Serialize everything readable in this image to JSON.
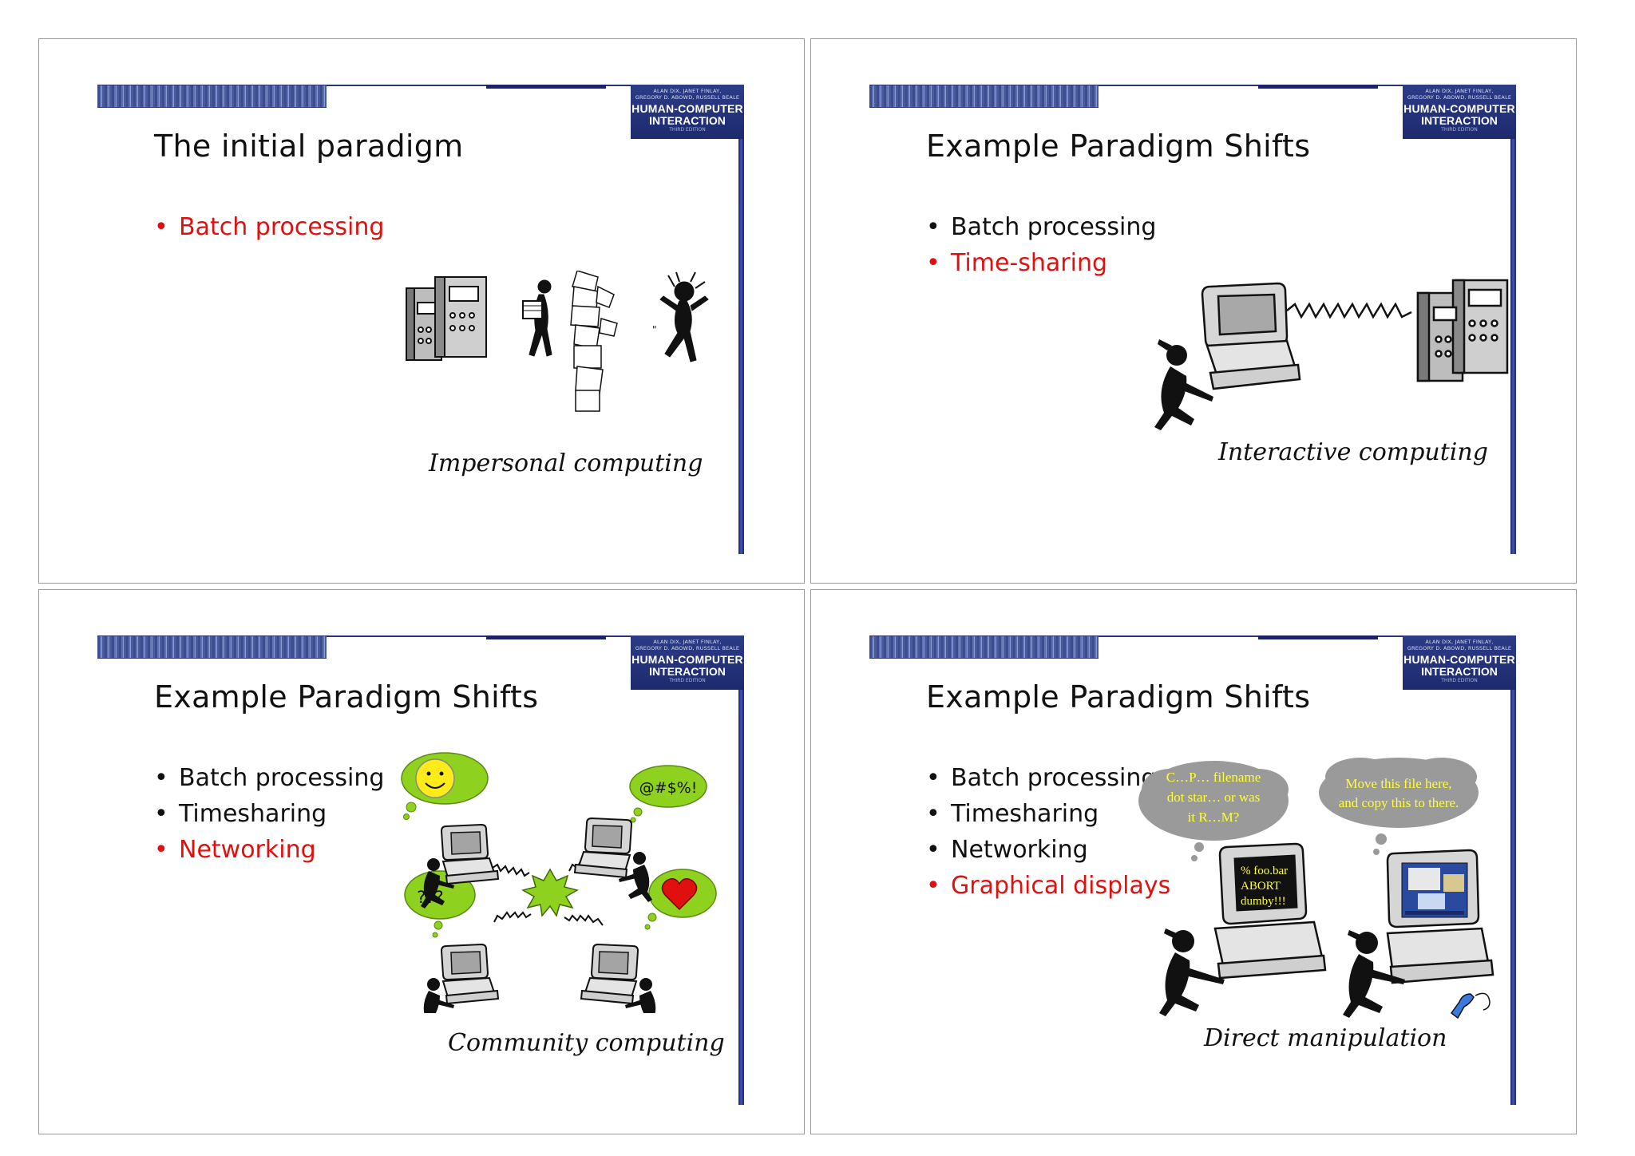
{
  "logo": {
    "authors_line1": "ALAN DIX, JANET FINLAY,",
    "authors_line2": "GREGORY D. ABOWD, RUSSELL BEALE",
    "title_line1": "HUMAN-COMPUTER",
    "title_line2": "INTERACTION",
    "edition": "THIRD EDITION"
  },
  "slides": [
    {
      "title": "The initial paradigm",
      "bullets": [
        {
          "text": "Batch processing",
          "highlight": true
        }
      ],
      "caption": "Impersonal computing"
    },
    {
      "title": "Example Paradigm Shifts",
      "bullets": [
        {
          "text": "Batch processing",
          "highlight": false
        },
        {
          "text": "Time-sharing",
          "highlight": true
        }
      ],
      "caption": "Interactive computing"
    },
    {
      "title": "Example Paradigm Shifts",
      "bullets": [
        {
          "text": "Batch processing",
          "highlight": false
        },
        {
          "text": "Timesharing",
          "highlight": false
        },
        {
          "text": "Networking",
          "highlight": true
        }
      ],
      "caption": "Community computing",
      "bubbles": {
        "swear": "@#$%!",
        "question": "???"
      }
    },
    {
      "title": "Example Paradigm Shifts",
      "bullets": [
        {
          "text": "Batch processing",
          "highlight": false
        },
        {
          "text": "Timesharing",
          "highlight": false
        },
        {
          "text": "Networking",
          "highlight": false
        },
        {
          "text": "Graphical displays",
          "highlight": true
        }
      ],
      "caption": "Direct manipulation",
      "thought_left": [
        "C…P… filename",
        "dot star… or was",
        "it R…M?"
      ],
      "thought_right": [
        "Move this file here,",
        "and copy this to there."
      ],
      "screen_text": [
        "% foo.bar",
        "ABORT",
        "dumby!!!"
      ]
    }
  ],
  "colors": {
    "highlight": "#e01010",
    "brand_blue": "#1d2a6e",
    "bubble_green": "#8ed11f",
    "thought_gray": "#9a9a9a",
    "thought_text": "#ffff33"
  }
}
